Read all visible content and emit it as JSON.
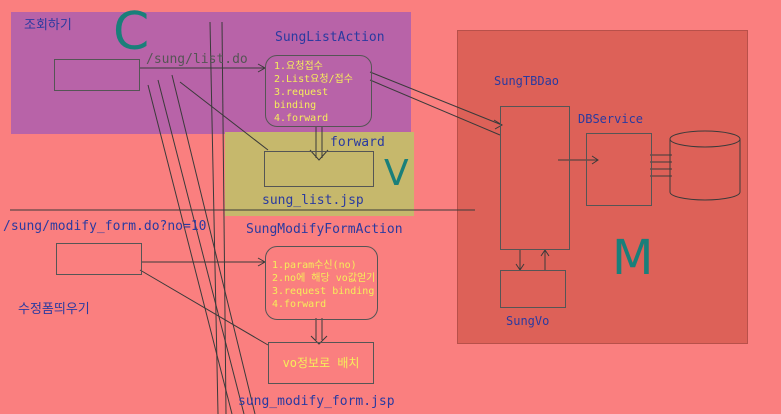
{
  "controller": {
    "title": "조회하기",
    "letter": "C",
    "url": "/sung/list.do",
    "action_name": "SungListAction",
    "action_steps": [
      "1.요청접수",
      "2.List요청/접수",
      "3.request binding",
      "4.forward"
    ],
    "forward_label": "forward"
  },
  "view": {
    "letter": "V",
    "jsp": "sung_list.jsp"
  },
  "modify": {
    "url": "/sung/modify_form.do?no=10",
    "title": "수정폼띄우기",
    "action_name": "SungModifyFormAction",
    "action_steps": [
      "1.param수신(no)",
      "2.no에 해당 vo값얻기",
      "3.request binding",
      "4.forward"
    ],
    "vo_box": "vo정보로 배치",
    "jsp": "sung_modify_form.jsp"
  },
  "model": {
    "letter": "M",
    "dao": "SungTBDao",
    "service": "DBService",
    "vo": "SungVo"
  },
  "colors": {
    "background": "#fa7f7f",
    "controller_region": "#b863a8",
    "view_region": "#c6b86c",
    "model_region": "#dd6158",
    "letter_c": "#1a7f7a",
    "letter_v": "#1a7f7a",
    "letter_m": "#1a7f7a",
    "text_blue": "#2a3aa0",
    "text_yellow": "#f6ee5a"
  }
}
